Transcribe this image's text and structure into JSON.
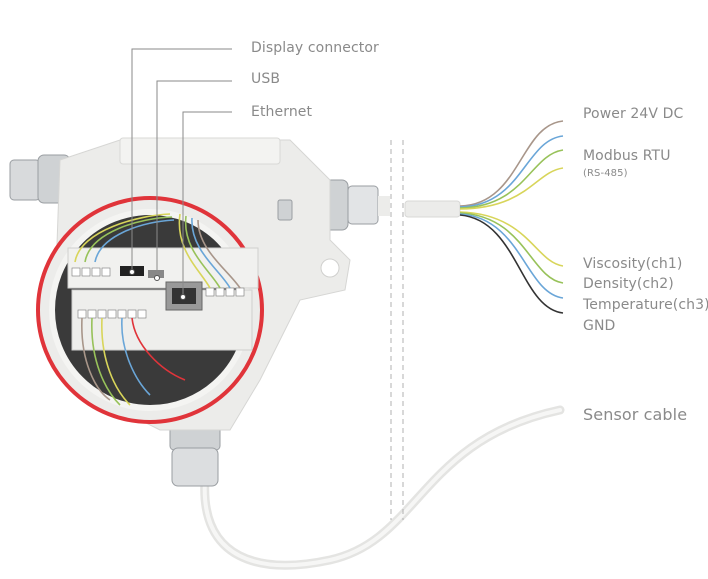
{
  "callouts": {
    "display_connector": "Display connector",
    "usb": "USB",
    "ethernet": "Ethernet"
  },
  "wiring": {
    "power": "Power 24V DC",
    "modbus": "Modbus RTU",
    "modbus_sub": "(RS-485)",
    "viscosity": "Viscosity(ch1)",
    "density": "Density(ch2)",
    "temperature": "Temperature(ch3)",
    "gnd": "GND",
    "sensor_cable": "Sensor cable"
  },
  "colors": {
    "seal_red": "#e0343a",
    "housing": "#ececea",
    "wire_brown": "#a8968a",
    "wire_blue": "#6aa6d8",
    "wire_green": "#98c25a",
    "wire_yellow": "#d8d55a",
    "wire_black": "#333333",
    "label_grey": "#8a8a8a"
  }
}
